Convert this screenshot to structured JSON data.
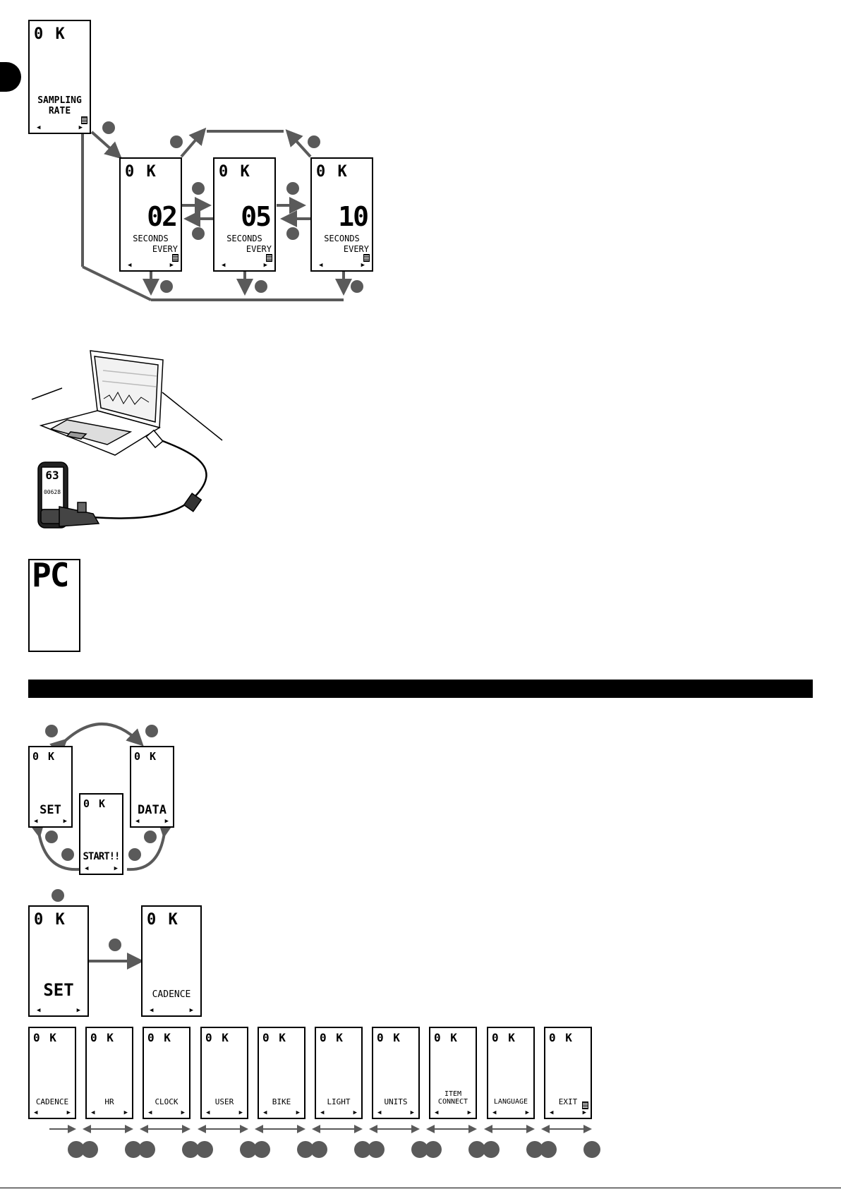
{
  "sampling": {
    "main_screen": {
      "header": "0  K",
      "title_line1": "SAMPLING",
      "title_line2": "RATE"
    },
    "options": [
      {
        "value": "02",
        "line1": "SECONDS",
        "line2": "EVERY"
      },
      {
        "value": "05",
        "line1": "SECONDS",
        "line2": "EVERY"
      },
      {
        "value": "10",
        "line1": "SECONDS",
        "line2": "EVERY"
      }
    ]
  },
  "pc_connection": {
    "watch_top": "63",
    "watch_bottom": "00628",
    "pc_screen_text": "PC"
  },
  "modes": {
    "set": "SET",
    "start": "START!!",
    "data": "DATA"
  },
  "set_menu": {
    "set_screen": "SET",
    "cadence_screen": "CADENCE"
  },
  "menu_items": [
    "CADENCE",
    "HR",
    "CLOCK",
    "USER",
    "BIKE",
    "LIGHT",
    "UNITS",
    "ITEM CONNECT",
    "LANGUAGE",
    "EXIT"
  ],
  "common": {
    "header": "0  K",
    "left_arrow": "◀",
    "right_arrow": "▶"
  },
  "colors": {
    "arrow": "#5a5a5a",
    "dot": "#5a5a5a",
    "bar": "#000000"
  }
}
